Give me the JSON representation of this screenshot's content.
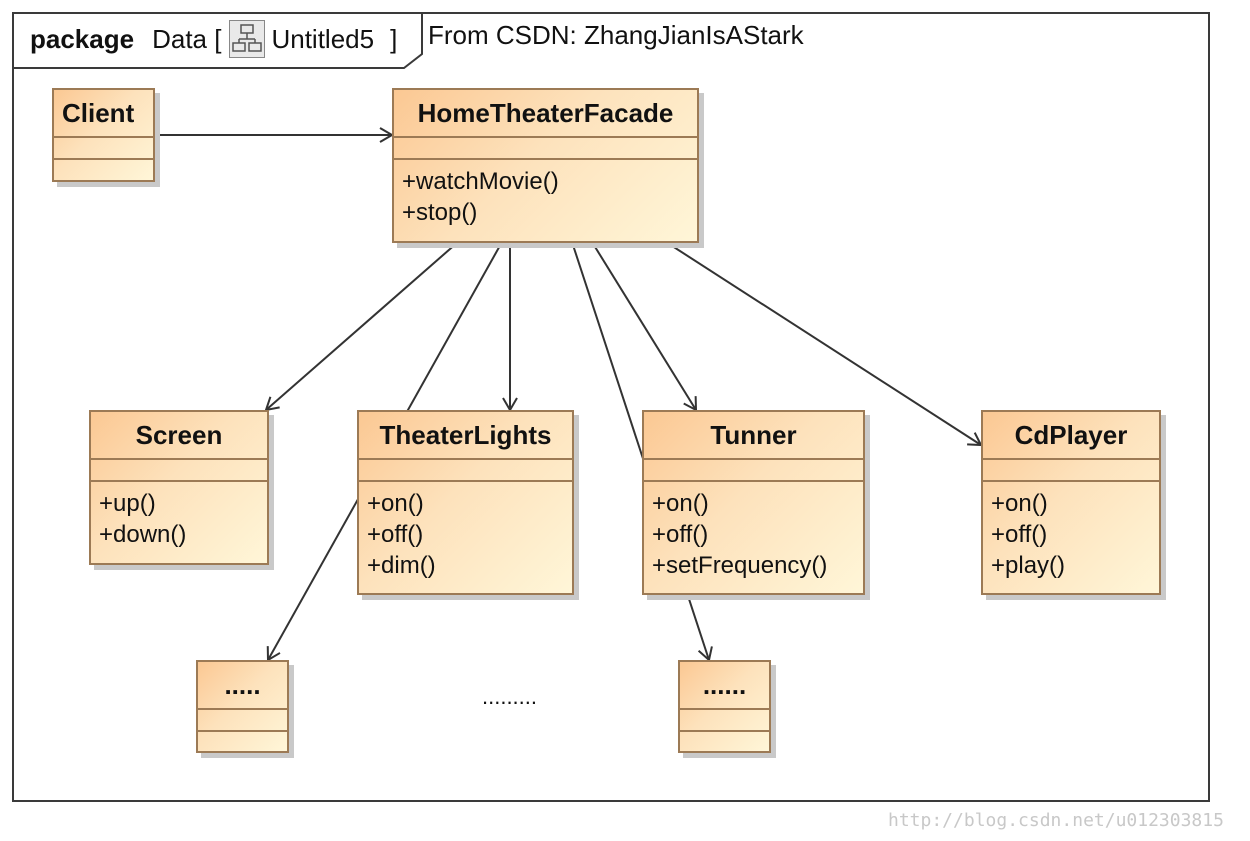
{
  "frame": {
    "keyword": "package",
    "package_name": "Data [",
    "diagram_name": "Untitled5",
    "close_bracket": "]",
    "note": "From CSDN: ZhangJianIsAStark"
  },
  "classes": {
    "client": {
      "name": "Client",
      "operations": []
    },
    "facade": {
      "name": "HomeTheaterFacade",
      "operations": [
        "+watchMovie()",
        "+stop()"
      ]
    },
    "screen": {
      "name": "Screen",
      "operations": [
        "+up()",
        "+down()"
      ]
    },
    "lights": {
      "name": "TheaterLights",
      "operations": [
        "+on()",
        "+off()",
        "+dim()"
      ]
    },
    "tunner": {
      "name": "Tunner",
      "operations": [
        "+on()",
        "+off()",
        "+setFrequency()"
      ]
    },
    "cdplayer": {
      "name": "CdPlayer",
      "operations": [
        "+on()",
        "+off()",
        "+play()"
      ]
    },
    "more1": {
      "name": ".....",
      "operations": []
    },
    "more2": {
      "name": "......",
      "operations": []
    }
  },
  "ellipsis_note": ".........",
  "watermark": "http://blog.csdn.net/u012303815"
}
